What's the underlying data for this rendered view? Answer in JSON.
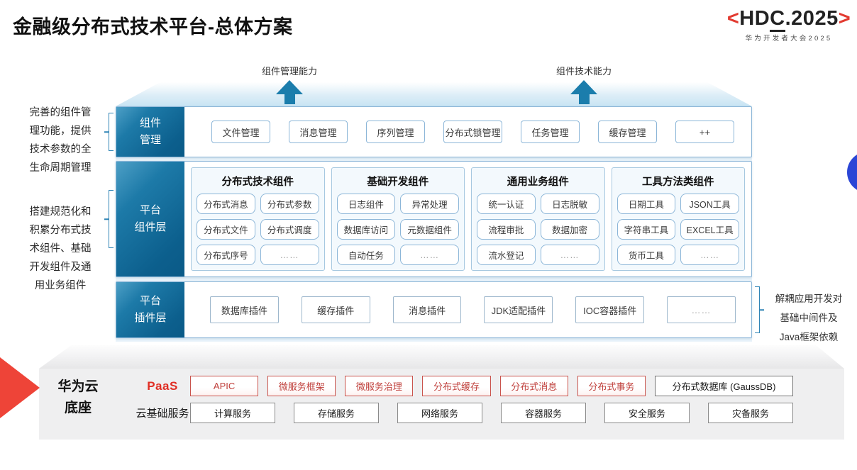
{
  "title": "金融级分布式技术平台-总体方案",
  "logo": {
    "open": "<",
    "hd": "HD",
    "c": "C",
    "year": ".2025",
    "close": ">",
    "subtitle": "华为开发者大会2025"
  },
  "capabilities": {
    "left": "组件管理能力",
    "right": "组件技术能力"
  },
  "notes": {
    "left_top": "完善的组件管\n理功能，提供\n技术参数的全\n生命周期管理",
    "left_bottom": "搭建规范化和\n积累分布式技\n术组件、基础\n开发组件及通\n用业务组件",
    "right": "解耦应用开发对\n基础中间件及\nJava框架依赖"
  },
  "layers": {
    "management": {
      "label": "组件\n管理",
      "items": [
        "文件管理",
        "消息管理",
        "序列管理",
        "分布式锁管理",
        "任务管理",
        "缓存管理",
        "++"
      ]
    },
    "components": {
      "label": "平台\n组件层",
      "groups": [
        {
          "title": "分布式技术组件",
          "items": [
            "分布式消息",
            "分布式参数",
            "分布式文件",
            "分布式调度",
            "分布式序号",
            "……"
          ]
        },
        {
          "title": "基础开发组件",
          "items": [
            "日志组件",
            "异常处理",
            "数据库访问",
            "元数据组件",
            "自动任务",
            "……"
          ]
        },
        {
          "title": "通用业务组件",
          "items": [
            "统一认证",
            "日志脱敏",
            "流程审批",
            "数据加密",
            "流水登记",
            "……"
          ]
        },
        {
          "title": "工具方法类组件",
          "items": [
            "日期工具",
            "JSON工具",
            "字符串工具",
            "EXCEL工具",
            "货币工具",
            "……"
          ]
        }
      ]
    },
    "plugins": {
      "label": "平台\n插件层",
      "items": [
        "数据库插件",
        "缓存插件",
        "消息插件",
        "JDK适配插件",
        "IOC容器插件",
        "……"
      ]
    }
  },
  "foundation": {
    "label": "华为云\n底座",
    "paas_label": "PaaS",
    "paas_items": [
      "APIC",
      "微服务框架",
      "微服务治理",
      "分布式缓存",
      "分布式消息",
      "分布式事务"
    ],
    "paas_db": "分布式数据库 (GaussDB)",
    "iaas_label": "云基础服务",
    "iaas_items": [
      "计算服务",
      "存储服务",
      "网络服务",
      "容器服务",
      "安全服务",
      "灾备服务"
    ]
  },
  "colors": {
    "teal_dark": "#0c5f8d",
    "teal_light": "#4d9fc6",
    "arrow_blue": "#1b7dac",
    "row_border": "#8cb6d8",
    "panel_bg": "#f3f9fd",
    "backdrop": "#e9f3fa",
    "red_box": "#c9534c",
    "paas_red": "#e02e24",
    "wedge_red": "#ee4438",
    "slab_gray": "#efeff0",
    "circle_blue": "#2b46d6",
    "logo_red": "#e23a30"
  }
}
